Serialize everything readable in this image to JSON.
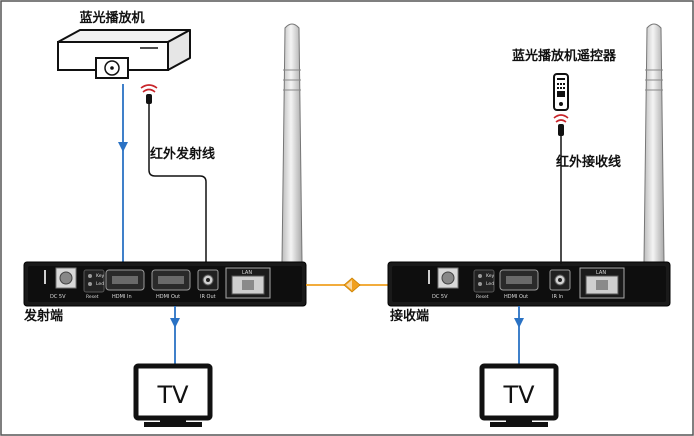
{
  "labels": {
    "bluray_player": "蓝光播放机",
    "bluray_remote": "蓝光播放机遥控器",
    "ir_emitter_cable": "红外发射线",
    "ir_receiver_cable": "红外接收线",
    "transmitter": "发射端",
    "receiver": "接收端"
  },
  "tv_left": {
    "label": "TV"
  },
  "tv_right": {
    "label": "TV"
  },
  "panel_tx": {
    "dc": "DC 5V",
    "key": "Key",
    "led": "Led",
    "reset": "Reset",
    "hdmi_in": "HDMI In",
    "hdmi_out": "HDMI Out",
    "ir": "IR Out",
    "lan": "LAN"
  },
  "panel_rx": {
    "dc": "DC 5V",
    "key": "Key",
    "led": "Led",
    "reset": "Reset",
    "hdmi_out": "HDMI Out",
    "ir": "IR In",
    "lan": "LAN"
  },
  "colors": {
    "signal_line": "#2a72c4",
    "link_line": "#f0a020",
    "device_body": "#111111",
    "frame": "#555555"
  }
}
